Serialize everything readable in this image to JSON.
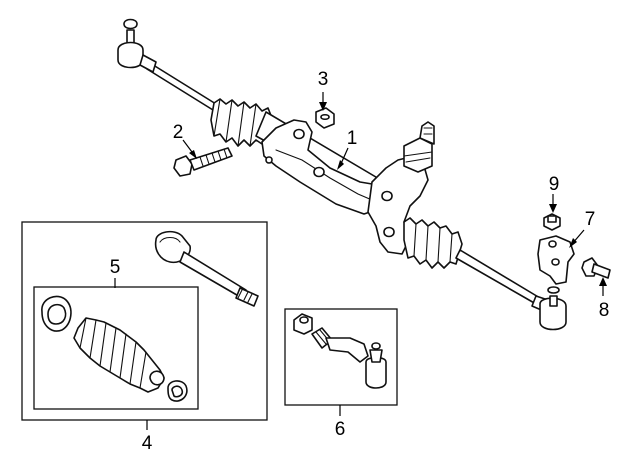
{
  "diagram": {
    "callouts": [
      {
        "id": "1",
        "label": "1"
      },
      {
        "id": "2",
        "label": "2"
      },
      {
        "id": "3",
        "label": "3"
      },
      {
        "id": "4",
        "label": "4"
      },
      {
        "id": "5",
        "label": "5"
      },
      {
        "id": "6",
        "label": "6"
      },
      {
        "id": "7",
        "label": "7"
      },
      {
        "id": "8",
        "label": "8"
      },
      {
        "id": "9",
        "label": "9"
      }
    ],
    "colors": {
      "line": "#111111",
      "background": "#ffffff"
    }
  }
}
